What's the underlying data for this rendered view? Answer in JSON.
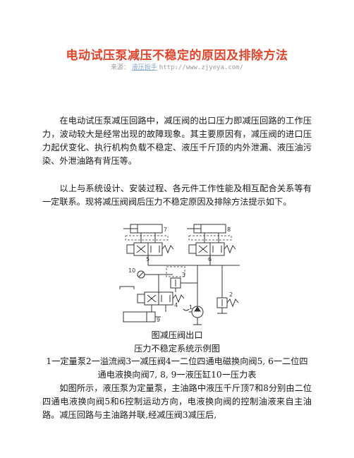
{
  "article": {
    "title": "电动试压泵减压不稳定的原因及排除方法",
    "source_label": "来源：",
    "source_name": "液压扳手",
    "source_url": "http://www.zjyeya.com/",
    "paragraphs": [
      "在电动试压泵减压回路中，减压阀的出口压力即减压回路的工作压力，波动较大是经常出现的故障现象。其主要原因有，减压阀的进口压力起伏变化、执行机构负载不稳定、液压千斤顶的内外泄漏、液压油污染、外泄油路有背压等。",
      "以上与系统设计、安装过程、各元件工作性能及相互配合关系等有一定联系。现将减压阀阀后压力不稳定原因及排除方法提示如下。"
    ],
    "figure_caption_line1": "图减压阀出口",
    "figure_caption_line2": "压力不稳定系统示例图",
    "legend_text": "1一定量泵2一溢流阀3一减压阀4一二位四通电磁换向阀5, 6一二位四通电液换向阀7, 8, 9一液压缸10一压力表",
    "paragraph_last": "如图所示，液压泵为定量泵，主油路中液压千斤顶7和8分别由二位四通电液换向阀5和6控制运动方向，电液换向阀的控制油液来自主油路。减压回路与主油路并联,经减压阀3减压后,"
  },
  "diagram": {
    "labels": [
      "7",
      "8",
      "5",
      "6",
      "10",
      "3",
      "4",
      "1",
      "2",
      "9"
    ]
  }
}
